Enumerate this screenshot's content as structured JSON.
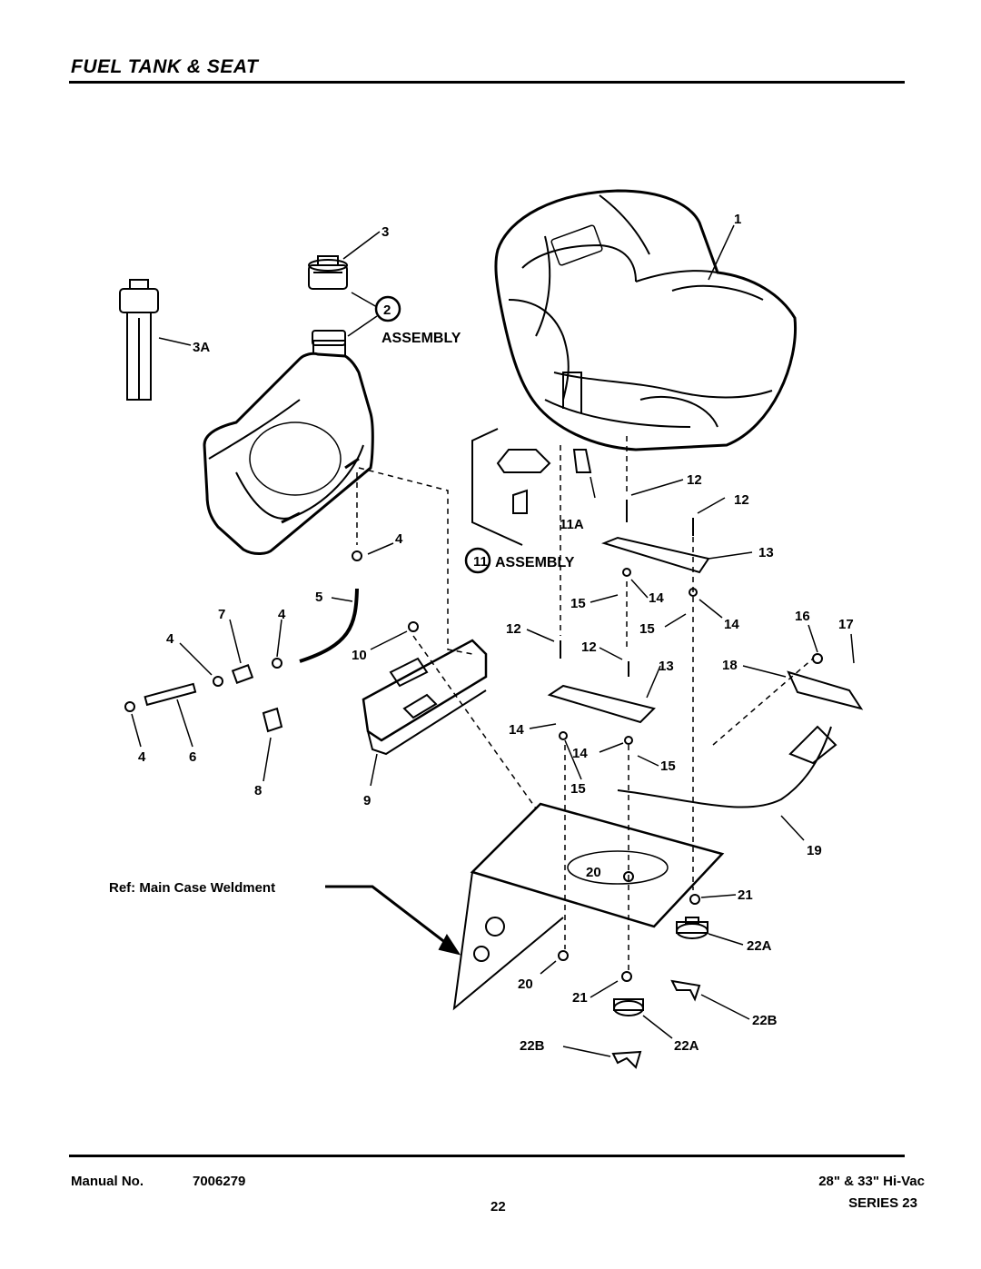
{
  "header": {
    "title": "FUEL TANK & SEAT"
  },
  "diagram": {
    "assembly_label": "ASSEMBLY",
    "assembly_2_circle": "2",
    "assembly_11_circle": "11",
    "ref_label": "Ref: Main Case Weldment",
    "callouts": {
      "c1": "1",
      "c3": "3",
      "c3a": "3A",
      "c4_tank": "4",
      "c5": "5",
      "c7": "7",
      "c4_a": "4",
      "c4_b": "4",
      "c4_c": "4",
      "c6": "6",
      "c8": "8",
      "c9": "9",
      "c10": "10",
      "c11a": "11A",
      "c12_a": "12",
      "c12_b": "12",
      "c12_c": "12",
      "c12_d": "12",
      "c13_a": "13",
      "c13_b": "13",
      "c14_a": "14",
      "c14_b": "14",
      "c14_c": "14",
      "c14_d": "14",
      "c15_a": "15",
      "c15_b": "15",
      "c15_c": "15",
      "c15_d": "15",
      "c16": "16",
      "c17": "17",
      "c18": "18",
      "c19": "19",
      "c20_a": "20",
      "c20_b": "20",
      "c21_a": "21",
      "c21_b": "21",
      "c22a_a": "22A",
      "c22a_b": "22A",
      "c22b_a": "22B",
      "c22b_b": "22B"
    }
  },
  "footer": {
    "manual_label": "Manual No.",
    "manual_number": "7006279",
    "model": "28\" & 33\" Hi-Vac",
    "page_number": "22",
    "series": "SERIES 23"
  }
}
